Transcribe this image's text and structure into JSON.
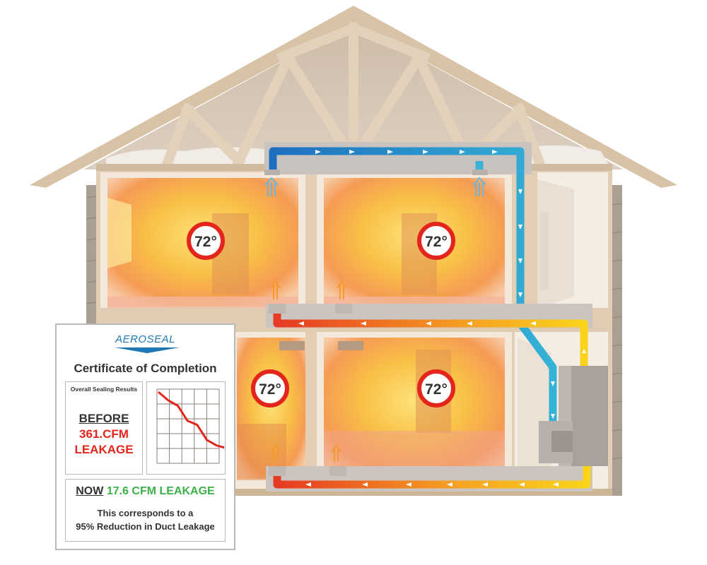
{
  "rooms": [
    {
      "id": "upper-left",
      "temperature": "72°"
    },
    {
      "id": "upper-right",
      "temperature": "72°"
    },
    {
      "id": "lower-left",
      "temperature": "72°"
    },
    {
      "id": "lower-right",
      "temperature": "72°"
    }
  ],
  "colors": {
    "return_duct": "#29a6d6",
    "supply_duct_hot": "#e63a22",
    "supply_duct_warm": "#fbd31a",
    "room_glow": "#f8b53a",
    "house_frame": "#e0cdb4",
    "accent_red": "#e4251b",
    "accent_green": "#3db04a"
  },
  "certificate": {
    "logo": "AEROSEAL",
    "title": "Certificate of Completion",
    "results_label": "Overall Sealing Results",
    "before_label": "BEFORE",
    "before_value": "361.CFM",
    "before_unit": "LEAKAGE",
    "now_label": "NOW",
    "now_value": "17.6 CFM LEAKAGE",
    "line1": "This corresponds to a",
    "line2": "95% Reduction in Duct Leakage",
    "chart_trend": [
      100,
      88,
      80,
      58,
      52,
      30,
      22,
      18
    ]
  }
}
